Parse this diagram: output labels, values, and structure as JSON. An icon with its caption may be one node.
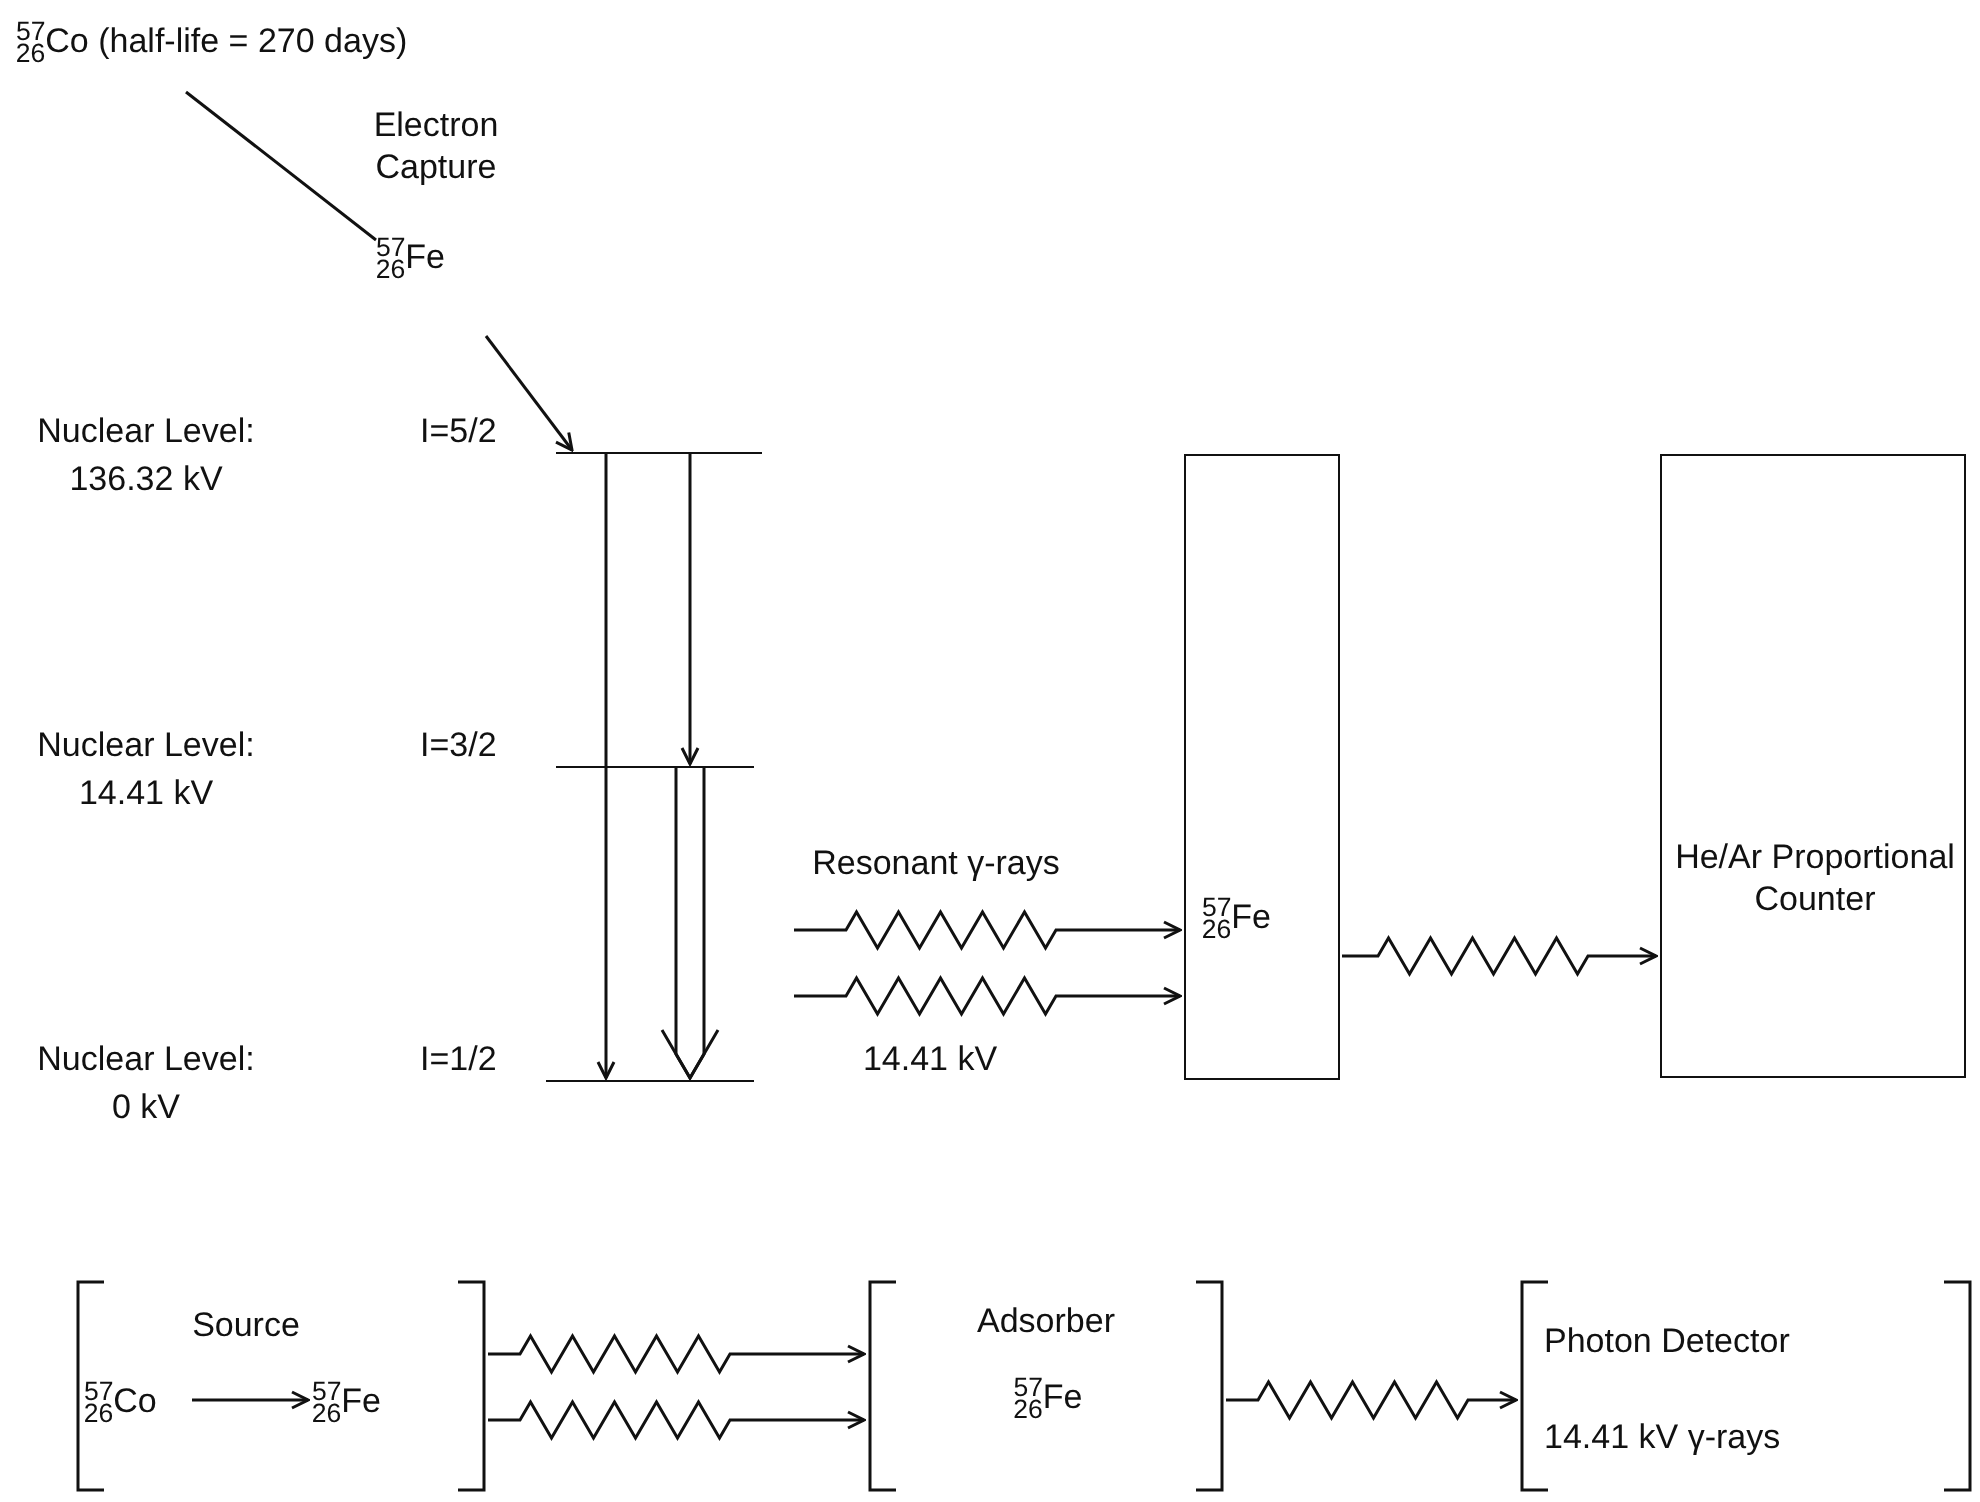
{
  "diagram": {
    "nodes": [
      {
        "text": [
          "$^{57}$$_{26}$Co (half-life = 270 days)"
        ]
      },
      {
        "text": [
          "$^{57}$$_{26}$Fe"
        ]
      },
      {
        "text": [
          "Nuclear Level: 136.32 kV",
          "I=5/2"
        ]
      },
      {
        "text": [
          "Nuclear Level: 14.41 kV",
          "I=3/2"
        ]
      },
      {
        "text": [
          "Nuclear Level: 0 kV",
          "I=1/2"
        ]
      },
      {
        "text": [
          "$^{57}$$_{26}$Fe"
        ]
      },
      {
        "text": [
          "He/Ar Proportional Counter"
        ]
      },
      {
        "text": [
          "Source"
        ]
      },
      {
        "text": [
          "$^{57}$$_{26}$Co"
        ],
        "in": 7
      },
      {
        "text": [
          "$^{57}$$_{26}$Fe"
        ],
        "in": 7
      },
      {
        "text": [
          "Adsorber",
          "$^{57}$$_{26}$Fe"
        ]
      },
      {
        "text": [
          "Photon Detector",
          "14.41 kV γ-rays"
        ]
      }
    ],
    "edges": [
      {
        "from": 0,
        "to": 1,
        "arrow": "none",
        "label": "Electron Capture"
      },
      {
        "from": 1,
        "to": 2,
        "arrow": "to"
      },
      {
        "from": 2,
        "to": 4,
        "arrow": "to"
      },
      {
        "from": 2,
        "to": 3,
        "arrow": "to"
      },
      {
        "from": 3,
        "to": 4,
        "arrow": "to"
      },
      {
        "from": null,
        "to": 5,
        "arrow": "to",
        "label": "Resonant γ-rays"
      },
      {
        "from": null,
        "to": 5,
        "arrow": "to",
        "label": "14.41 kV"
      },
      {
        "from": 5,
        "to": 6,
        "arrow": "to"
      },
      {
        "from": 8,
        "to": 9,
        "arrow": "to"
      },
      {
        "from": 7,
        "to": 10,
        "arrow": "to"
      },
      {
        "from": 7,
        "to": 10,
        "arrow": "to"
      },
      {
        "from": 10,
        "to": 11,
        "arrow": "to"
      }
    ]
  }
}
